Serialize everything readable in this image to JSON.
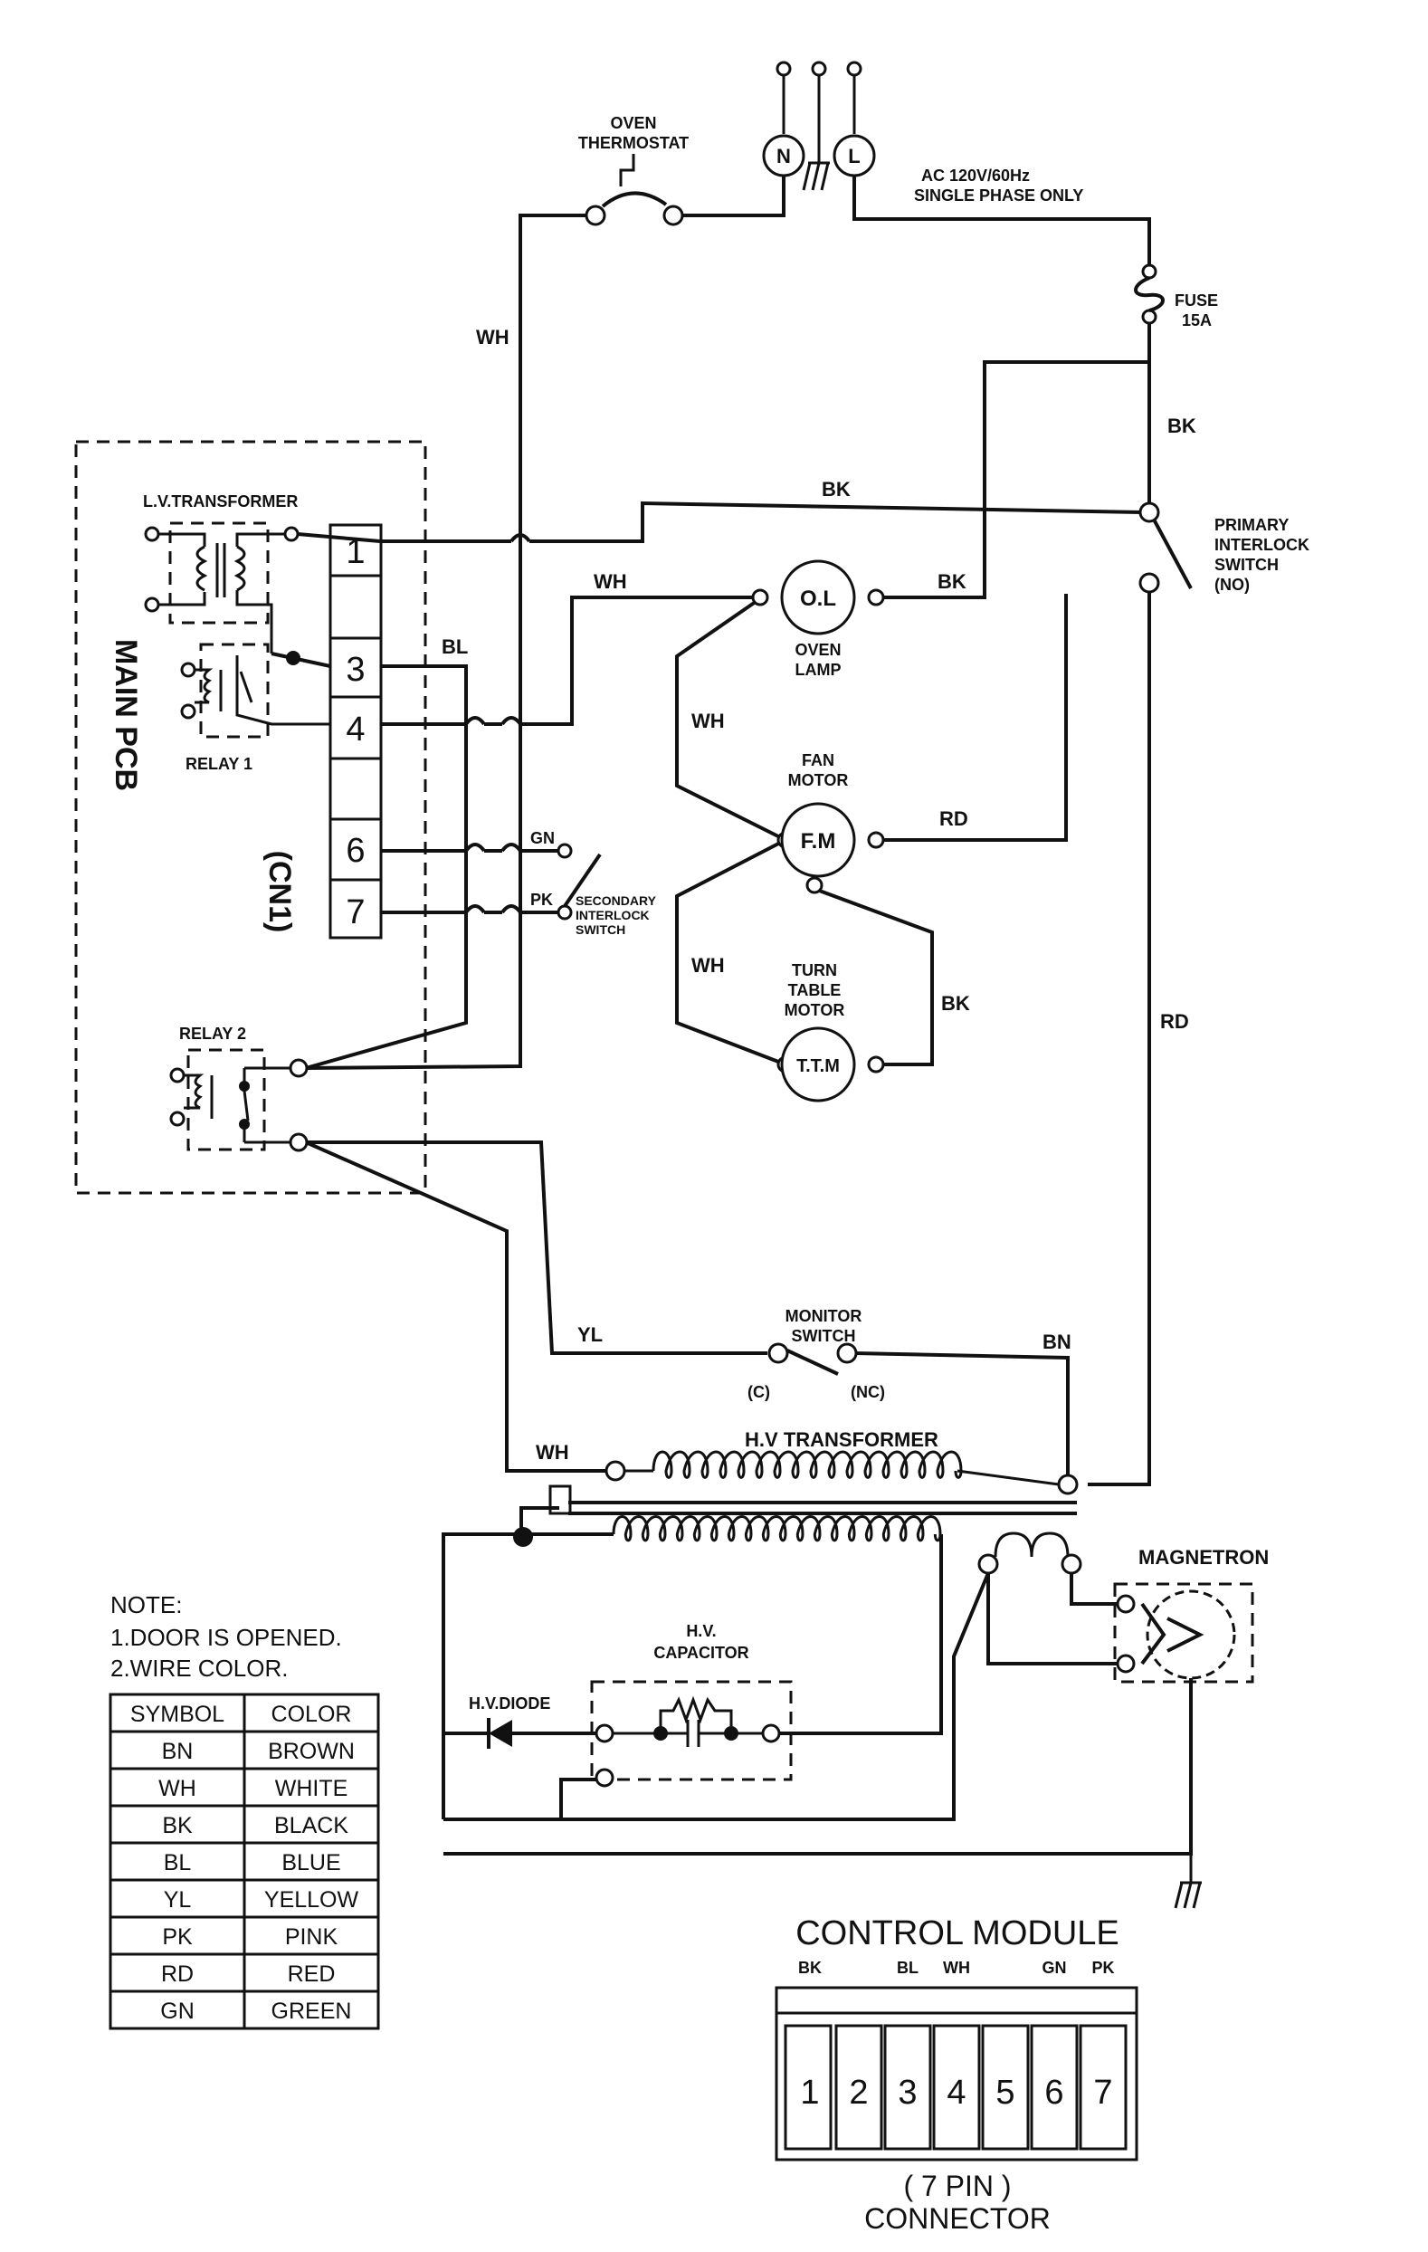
{
  "supply": {
    "n": "N",
    "l": "L",
    "spec_line1": "AC 120V/60Hz",
    "spec_line2": "SINGLE PHASE ONLY"
  },
  "components": {
    "oven_thermostat": [
      "OVEN",
      "THERMOSTAT"
    ],
    "fuse": [
      "FUSE",
      "15A"
    ],
    "primary_interlock": [
      "PRIMARY",
      "INTERLOCK",
      "SWITCH",
      "(NO)"
    ],
    "lv_transformer": "L.V.TRANSFORMER",
    "relay1": "RELAY 1",
    "relay2": "RELAY 2",
    "main_pcb": "MAIN PCB",
    "cn1": "(CN1)",
    "cn1_pins": [
      "1",
      "3",
      "4",
      "6",
      "7"
    ],
    "oven_lamp_symbol": "O.L",
    "oven_lamp": [
      "OVEN",
      "LAMP"
    ],
    "fan_motor": [
      "FAN",
      "MOTOR"
    ],
    "fan_motor_symbol": "F.M",
    "turntable_motor": [
      "TURN",
      "TABLE",
      "MOTOR"
    ],
    "turntable_motor_symbol": "T.T.M",
    "secondary_interlock": [
      "SECONDARY",
      "INTERLOCK",
      "SWITCH"
    ],
    "monitor_switch": [
      "MONITOR",
      "SWITCH"
    ],
    "monitor_c": "(C)",
    "monitor_nc": "(NC)",
    "hv_transformer": "H.V TRANSFORMER",
    "magnetron": "MAGNETRON",
    "hv_capacitor": [
      "H.V.",
      "CAPACITOR"
    ],
    "hv_diode": "H.V.DIODE"
  },
  "wire_labels": {
    "wh_thermostat": "WH",
    "bk_fuse": "BK",
    "bk_pin1": "BK",
    "wh_pin4": "WH",
    "bk_lamp": "BK",
    "bl": "BL",
    "wh_lamp_fan": "WH",
    "rd_fan": "RD",
    "gn": "GN",
    "pk": "PK",
    "wh_ttm": "WH",
    "bk_ttm": "BK",
    "rd_right": "RD",
    "yl": "YL",
    "bn": "BN",
    "wh_hv": "WH"
  },
  "note": {
    "title": "NOTE:",
    "lines": [
      "1.DOOR IS OPENED.",
      "2.WIRE COLOR."
    ]
  },
  "color_table": {
    "headers": [
      "SYMBOL",
      "COLOR"
    ],
    "rows": [
      [
        "BN",
        "BROWN"
      ],
      [
        "WH",
        "WHITE"
      ],
      [
        "BK",
        "BLACK"
      ],
      [
        "BL",
        "BLUE"
      ],
      [
        "YL",
        "YELLOW"
      ],
      [
        "PK",
        "PINK"
      ],
      [
        "RD",
        "RED"
      ],
      [
        "GN",
        "GREEN"
      ]
    ]
  },
  "control_module": {
    "title": "CONTROL MODULE",
    "pin_labels": [
      "BK",
      "",
      "BL",
      "WH",
      "",
      "GN",
      "PK"
    ],
    "pins": [
      "1",
      "2",
      "3",
      "4",
      "5",
      "6",
      "7"
    ],
    "caption1": "( 7 PIN )",
    "caption2": "CONNECTOR"
  },
  "icons": [
    "ground-icon",
    "fuse-icon",
    "relay-coil-icon",
    "transformer-coil-icon",
    "motor-icon",
    "diode-icon",
    "capacitor-icon",
    "magnetron-icon"
  ]
}
